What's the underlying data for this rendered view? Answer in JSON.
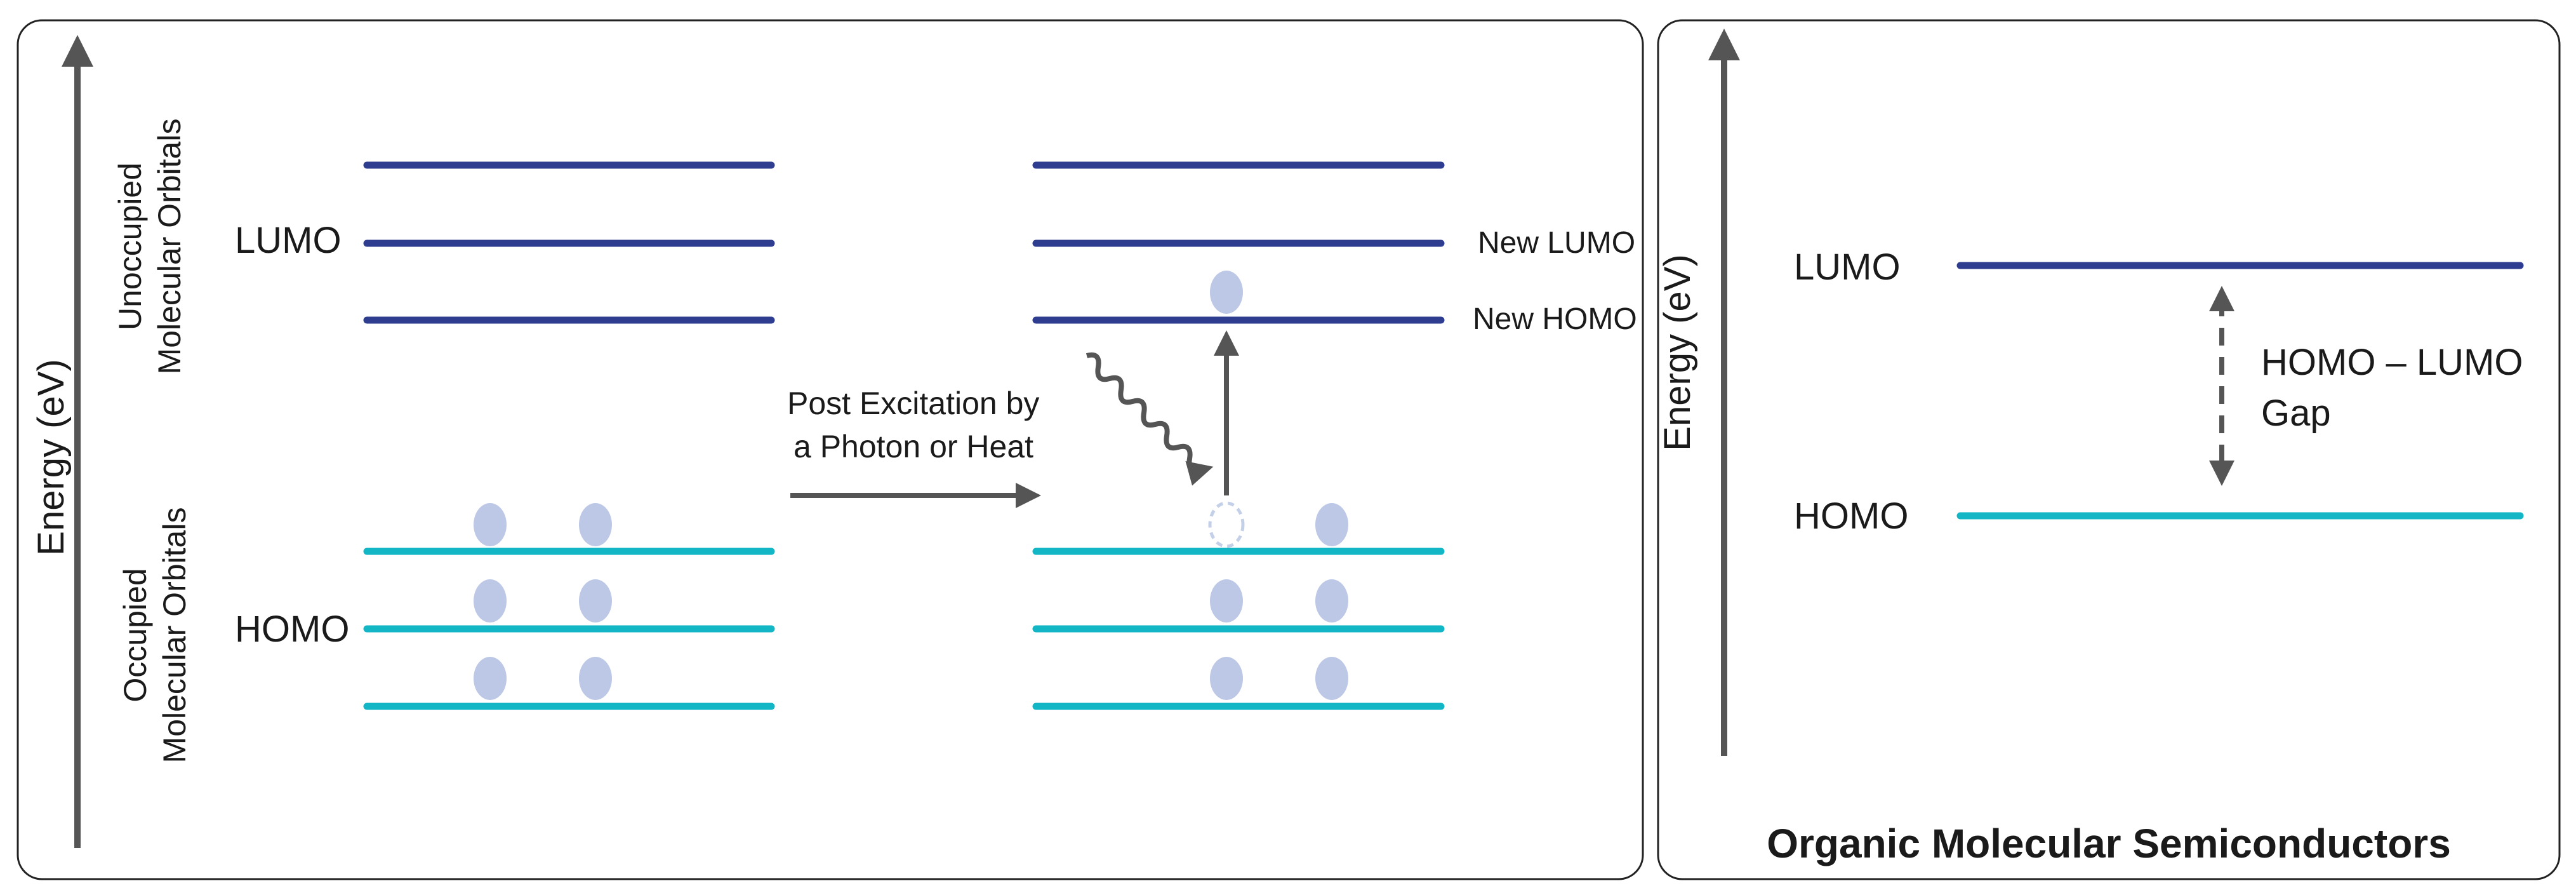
{
  "left_panel": {
    "axis_label": "Energy (eV)",
    "unoccupied_label_line1": "Unoccupied",
    "unoccupied_label_line2": "Molecular Orbitals",
    "occupied_label_line1": "Occupied",
    "occupied_label_line2": "Molecular Orbitals",
    "lumo_label": "LUMO",
    "homo_label": "HOMO",
    "excitation_label_line1": "Post Excitation by",
    "excitation_label_line2": "a Photon or Heat",
    "new_lumo_label": "New LUMO",
    "new_homo_label": "New HOMO",
    "colors": {
      "unoccupied_level": "#2e3d8f",
      "occupied_level": "#12b6c5",
      "electron": "#bcc8e6",
      "arrow": "#555555"
    }
  },
  "right_panel": {
    "axis_label": "Energy (eV)",
    "lumo_label": "LUMO",
    "homo_label": "HOMO",
    "gap_label_line1": "HOMO – LUMO",
    "gap_label_line2": "Gap",
    "caption": "Organic Molecular Semiconductors"
  }
}
